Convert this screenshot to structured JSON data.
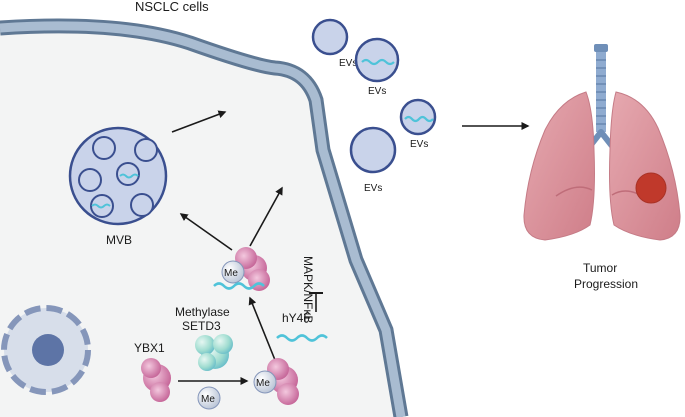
{
  "labels": {
    "title": "NSCLC cells",
    "mvb": "MVB",
    "ybx1": "YBX1",
    "methylase_line1": "Methylase",
    "methylase_line2": "SETD3",
    "me_free": "Me",
    "me_bound_lower": "Me",
    "me_bound_upper": "Me",
    "hy4f": "hY4F",
    "pathway": "MAPK/NFκB",
    "evs_1": "EVs",
    "evs_2": "EVs",
    "evs_3": "EVs",
    "evs_4": "EVs",
    "outcome_line1": "Tumor",
    "outcome_line2": "Progression"
  },
  "colors": {
    "cell_fill": "#f3f4f4",
    "membrane": "#8fa6bf",
    "membrane_edge": "#5f7894",
    "vesicle_fill": "#c9d3ea",
    "vesicle_stroke": "#3a4f8f",
    "rna": "#4fc3d9",
    "ybx1": "#d98bb4",
    "methylase": "#8fd3c9",
    "lung": "#d98f98",
    "tumor": "#c0392b",
    "trachea": "#6f8fb8"
  }
}
